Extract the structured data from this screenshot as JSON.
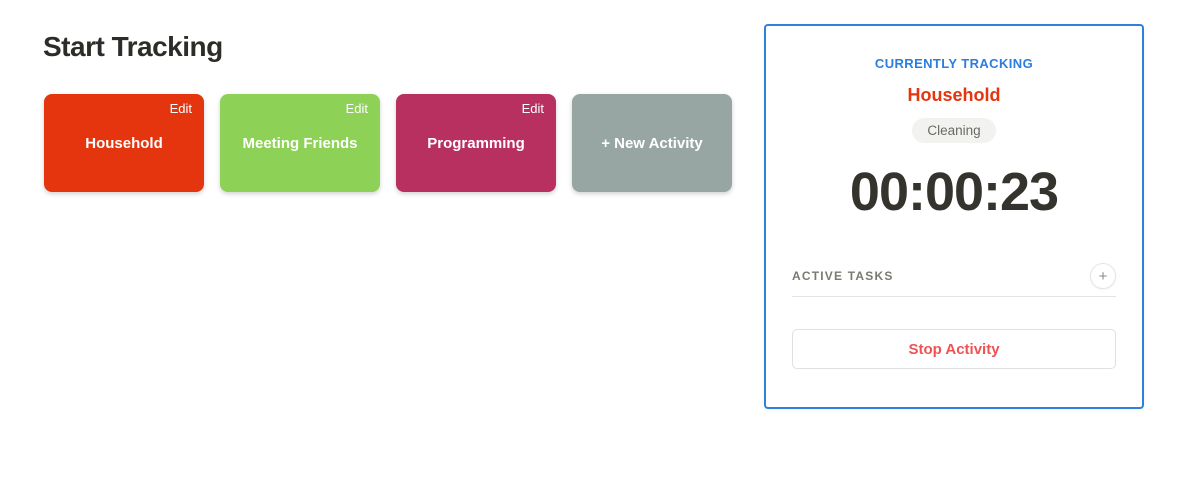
{
  "page": {
    "title": "Start Tracking"
  },
  "activities": [
    {
      "name": "Household",
      "color": "#e4350e",
      "edit_label": "Edit"
    },
    {
      "name": "Meeting Friends",
      "color": "#8dd156",
      "edit_label": "Edit"
    },
    {
      "name": "Programming",
      "color": "#b7305f",
      "edit_label": "Edit"
    }
  ],
  "new_activity": {
    "label": "+ New Activity",
    "color": "#97a5a3"
  },
  "tracking_panel": {
    "header": "CURRENTLY TRACKING",
    "activity": "Household",
    "task": "Cleaning",
    "timer": "00:00:23",
    "active_tasks_label": "ACTIVE TASKS",
    "add_task_icon": "+",
    "stop_button": "Stop Activity",
    "colors": {
      "border": "#2f80d8",
      "header": "#2b7de0",
      "activity": "#e4350e",
      "stop_text": "#ee5253"
    }
  }
}
